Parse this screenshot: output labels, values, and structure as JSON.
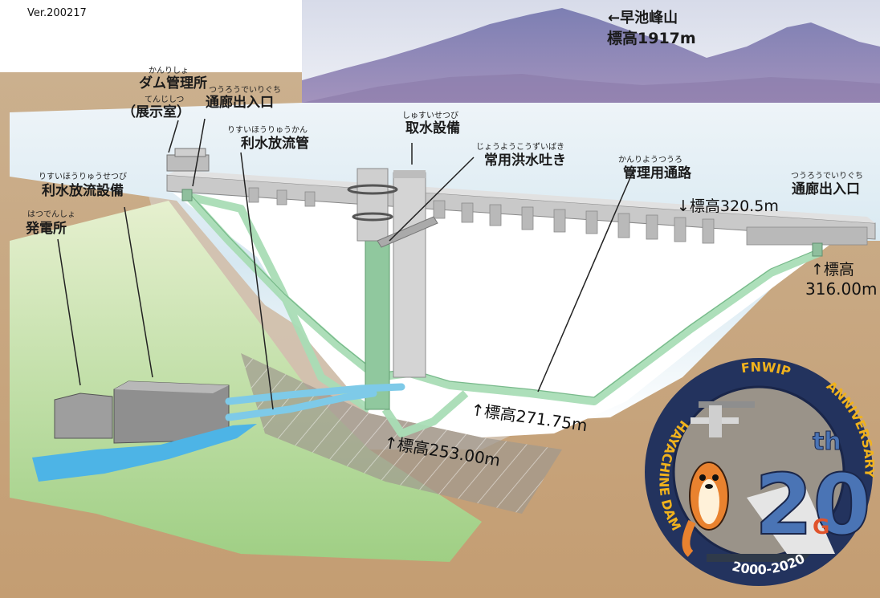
{
  "version": "Ver.200217",
  "mountain": {
    "name": "←早池峰山",
    "elevation": "標高1917m"
  },
  "labels": {
    "dam_office": {
      "ruby": "かんりしょ",
      "text": "ダム管理所"
    },
    "exhibit": {
      "ruby": "てんじしつ",
      "text": "（展示室）"
    },
    "gallery_entrance_left": {
      "ruby": "つうろうでいりぐち",
      "text": "通廊出入口"
    },
    "water_use_pipe": {
      "ruby": "りすいほうりゅうかん",
      "text": "利水放流管"
    },
    "intake": {
      "ruby": "しゅすいせつび",
      "text": "取水設備"
    },
    "spillway": {
      "ruby": "じょうようこうずいばき",
      "text": "常用洪水吐き"
    },
    "mgmt_path": {
      "ruby": "かんりようつうろ",
      "text": "管理用通路"
    },
    "gallery_entrance_right": {
      "ruby": "つうろうでいりぐち",
      "text": "通廊出入口"
    },
    "water_use_facility": {
      "ruby": "りすいほうりゅうせつび",
      "text": "利水放流設備"
    },
    "power_plant": {
      "ruby": "はつでんしょ",
      "text": "発電所"
    }
  },
  "elevations": {
    "crest": "↓標高320.5m",
    "entrance_right_1": "↑標高",
    "entrance_right_2": "316.00m",
    "path_low": "↑標高271.75m",
    "base": "↑標高253.00m"
  },
  "badge": {
    "top": "FNWIP",
    "left": "HAYACHINE DAM",
    "right": "ANNIVERSARY",
    "bottom": "2000-2020",
    "number": "20",
    "suffix": "th",
    "colors": {
      "ring": "#23335e",
      "inner": "#9a9389",
      "number": "#4a74b5",
      "accent": "#e0542c",
      "gold": "#f0b21d"
    }
  }
}
